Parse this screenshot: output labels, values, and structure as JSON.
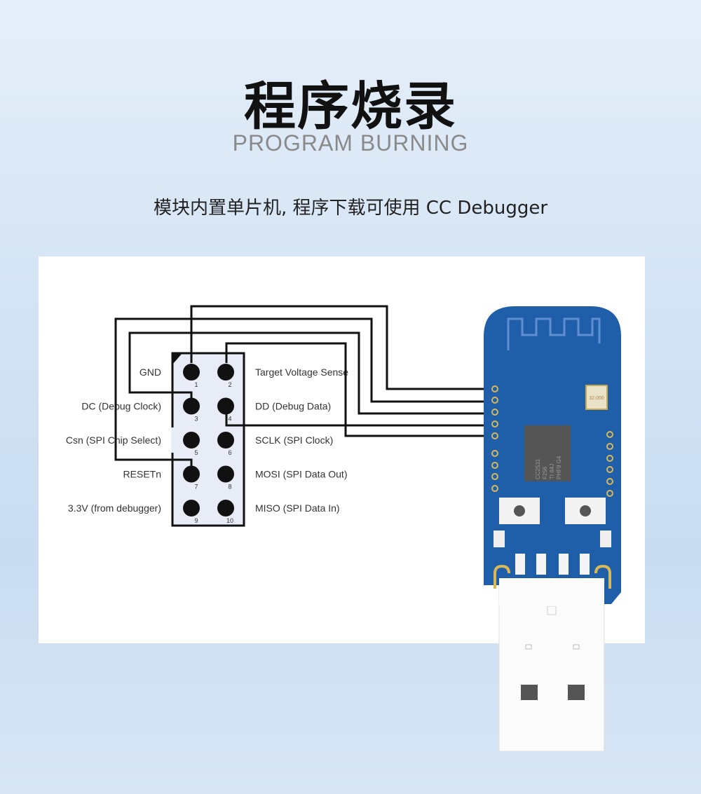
{
  "header": {
    "title": "程序烧录",
    "subtitle": "PROGRAM BURNING",
    "description": "模块内置单片机, 程序下载可使用 CC Debugger"
  },
  "diagram": {
    "left_pins": [
      {
        "label": "GND",
        "num": "1"
      },
      {
        "label": "DC (Debug Clock)",
        "num": "3"
      },
      {
        "label": "Csn (SPI Chip Select)",
        "num": "5"
      },
      {
        "label": "RESETn",
        "num": "7"
      },
      {
        "label": "3.3V (from debugger)",
        "num": "9"
      }
    ],
    "right_pins": [
      {
        "label": "Target Voltage Sense",
        "num": "2"
      },
      {
        "label": "DD (Debug Data)",
        "num": "4"
      },
      {
        "label": "SCLK (SPI Clock)",
        "num": "6"
      },
      {
        "label": "MOSI (SPI Data Out)",
        "num": "8"
      },
      {
        "label": "MISO (SPI Data In)",
        "num": "10"
      }
    ],
    "chip_text": [
      "CC2531",
      "F256",
      "TI 84J",
      "PHF9 G4"
    ],
    "crystal_text": "32.000",
    "colors": {
      "pcb": "#1f5ea8",
      "pad": "#d9b85a",
      "wire": "#111111"
    }
  }
}
